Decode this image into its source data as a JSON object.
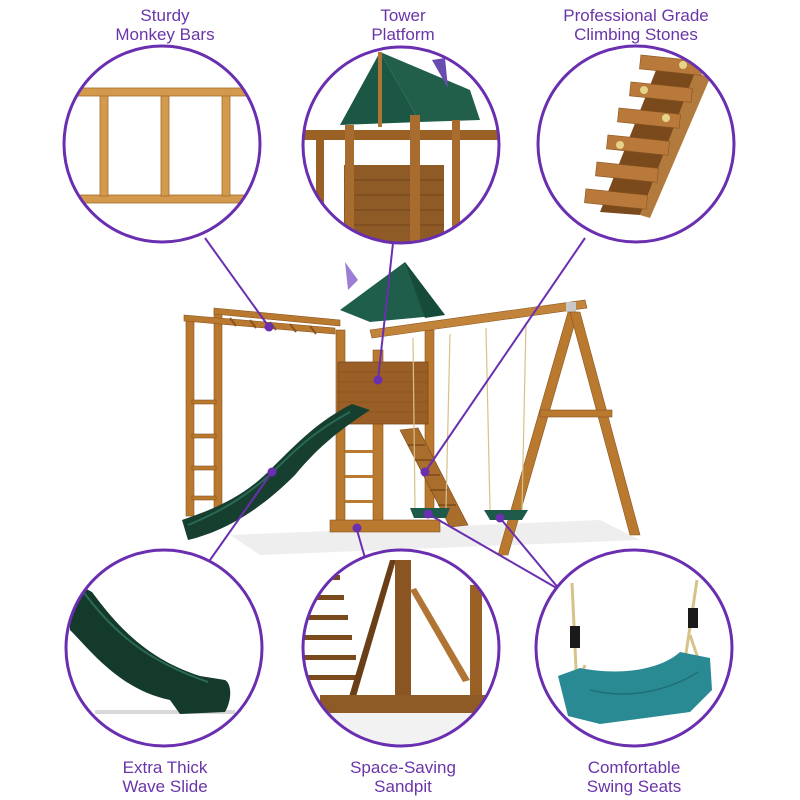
{
  "colors": {
    "accent_purple": "#6a2fb0",
    "label_purple": "#6a35a8",
    "wood": "#b9792f",
    "wood_dark": "#8a5420",
    "canopy_green": "#1f5e4a",
    "slide_green": "#163f30",
    "seat_teal": "#2a8a93",
    "background": "#ffffff"
  },
  "features": [
    {
      "id": "monkey-bars",
      "line1": "Sturdy",
      "line2": "Monkey Bars",
      "icon": "monkey-bars-closeup"
    },
    {
      "id": "tower-platform",
      "line1": "Tower",
      "line2": "Platform",
      "icon": "tower-closeup"
    },
    {
      "id": "climbing-stones",
      "line1": "Professional Grade",
      "line2": "Climbing Stones",
      "icon": "climbing-ladder-closeup"
    },
    {
      "id": "wave-slide",
      "line1": "Extra Thick",
      "line2": "Wave Slide",
      "icon": "slide-closeup"
    },
    {
      "id": "sandpit",
      "line1": "Space-Saving",
      "line2": "Sandpit",
      "icon": "sandpit-closeup"
    },
    {
      "id": "swing-seats",
      "line1": "Comfortable",
      "line2": "Swing Seats",
      "icon": "swing-seat-closeup"
    }
  ]
}
